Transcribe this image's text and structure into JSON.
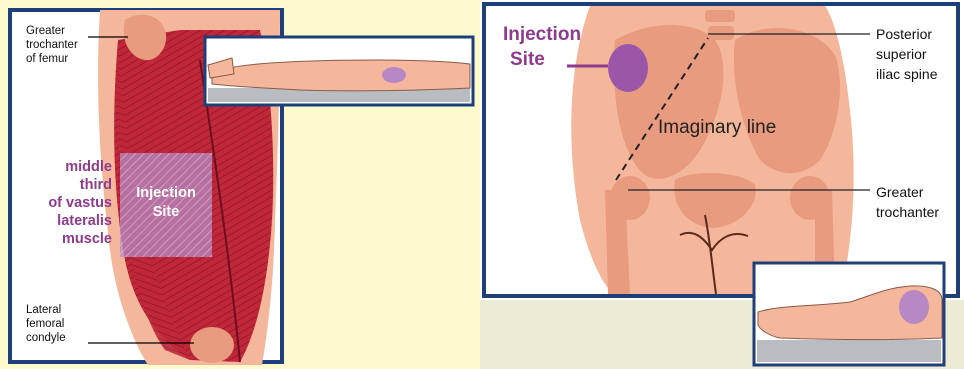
{
  "left_panel": {
    "label_greater_trochanter": [
      "Greater",
      "trochanter",
      "of femur"
    ],
    "label_middle_third": [
      "middle",
      "third",
      "of vastus",
      "lateralis",
      "muscle"
    ],
    "label_injection_site": [
      "Injection",
      "Site"
    ],
    "label_lateral_condyle": [
      "Lateral",
      "femoral",
      "condyle"
    ]
  },
  "right_panel": {
    "label_injection_site": [
      "Injection",
      "Site"
    ],
    "label_psis": [
      "Posterior",
      "superior",
      "iliac spine"
    ],
    "label_imaginary_line": "Imaginary line",
    "label_greater_trochanter": [
      "Greater",
      "trochanter"
    ]
  },
  "colors": {
    "muscle": "#c0283a",
    "skin": "#f4b79b",
    "bone": "#e99b7f",
    "injection": "#9b56a8",
    "label_purple": "#8e3b8e",
    "frame": "#1f3f7a",
    "cream": "#fdfacd"
  }
}
